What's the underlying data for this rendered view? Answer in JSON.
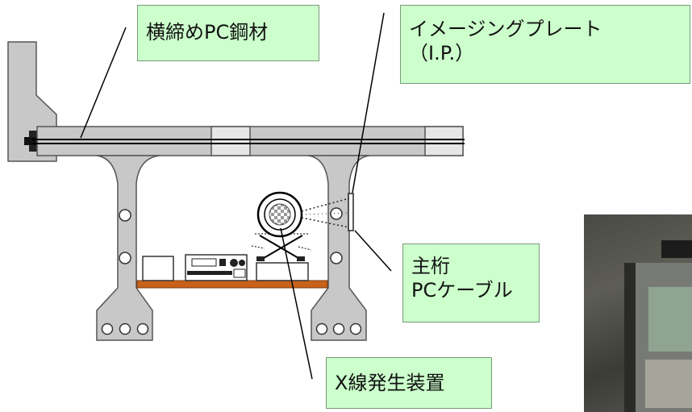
{
  "labels": {
    "pc_steel": "横締めPC鋼材",
    "imaging_plate": [
      "イメージングプレート",
      "（I.P.）"
    ],
    "main_girder": [
      "主桁",
      "PCケーブル"
    ],
    "xray": "X線発生装置"
  },
  "colors": {
    "callout_fill": "#ccffcc",
    "girder_fill": "#c8c8c8",
    "floor_fill": "#c8621a",
    "line": "#000000"
  }
}
